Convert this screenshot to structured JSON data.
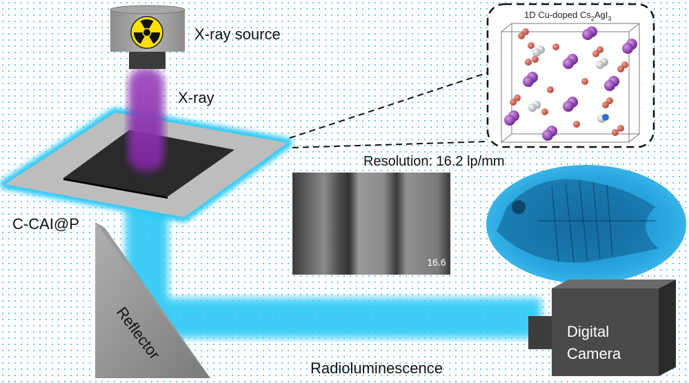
{
  "labels": {
    "source": "X-ray source",
    "xray": "X-ray",
    "scintillator": "C-CAI@P",
    "reflector": "Reflector",
    "radioluminescence": "Radioluminescence",
    "camera_line1": "Digital",
    "camera_line2": "Camera",
    "resolution": "Resolution: 16.2 lp/mm",
    "resolution_value": "16.6",
    "crystal_prefix": "1D Cu-doped Cs",
    "crystal_sub1": "2",
    "crystal_mid": "AgI",
    "crystal_sub2": "3"
  },
  "colors": {
    "glow": "#29c8f5",
    "beam": "#8a2aa8",
    "cs": "#7a2e9e",
    "iodine": "#c0504d",
    "silver": "#c0c4c8",
    "copper": "#2f6fd0"
  }
}
